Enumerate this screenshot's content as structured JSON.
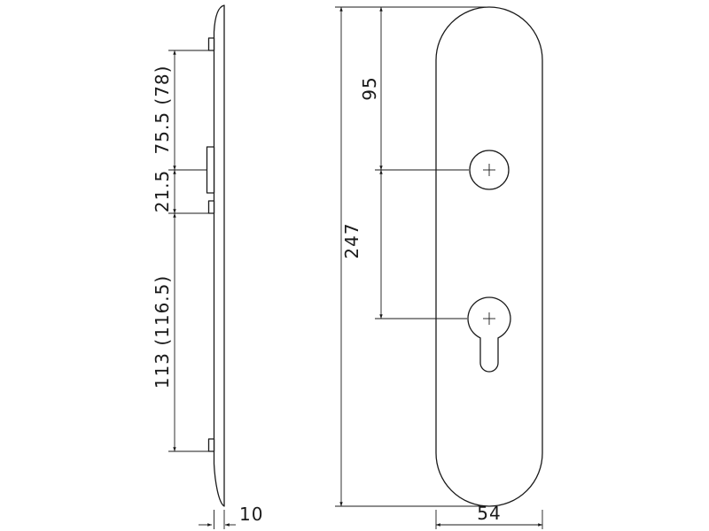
{
  "page": {
    "background": "#ffffff",
    "line_color": "#1a1a1a"
  },
  "drawing": {
    "side_view": {
      "dim_top_section": "75.5 (78)",
      "dim_mid_section": "21.5",
      "dim_bottom_section": "113 (116.5)",
      "dim_thickness": "10"
    },
    "front_view": {
      "dim_top_to_handle": "95",
      "dim_overall_height": "247",
      "dim_width": "54"
    }
  }
}
